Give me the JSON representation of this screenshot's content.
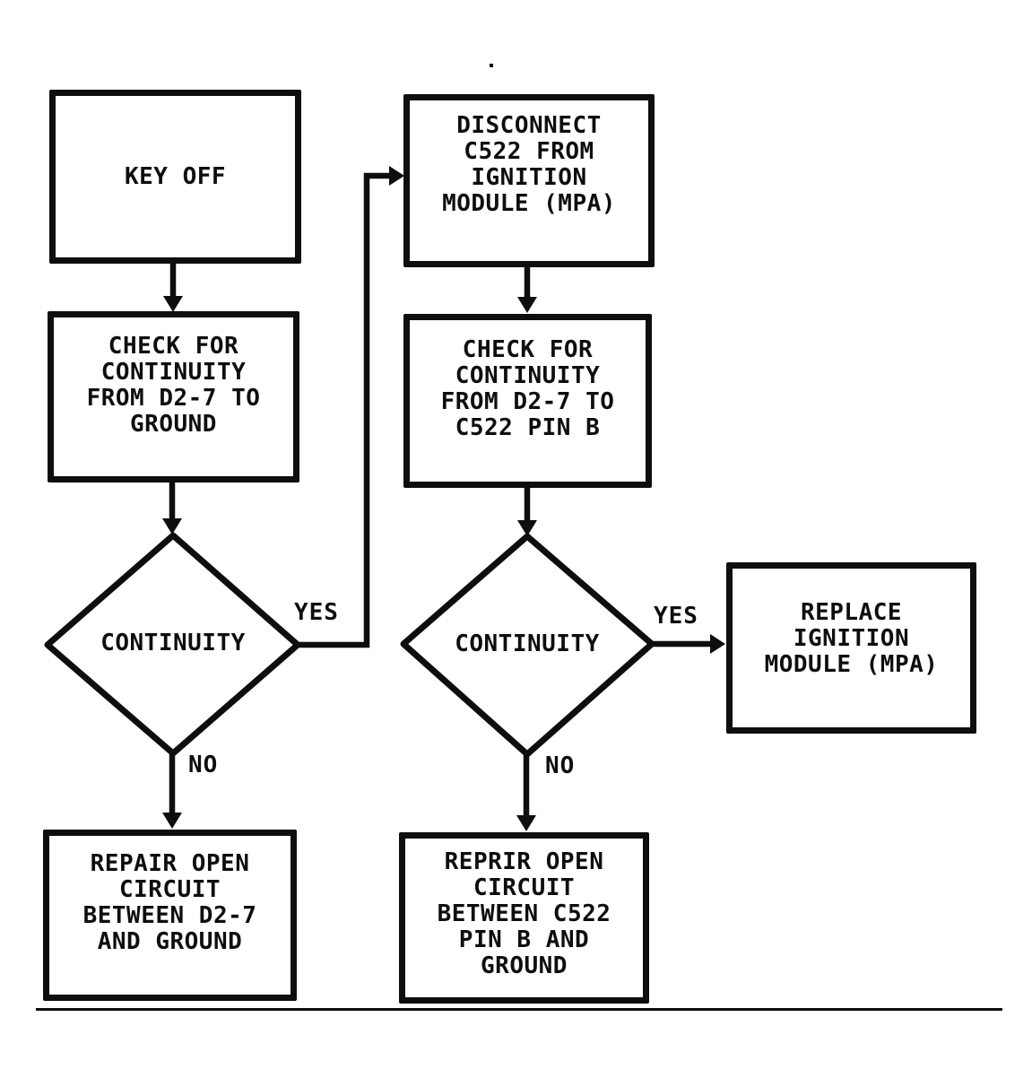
{
  "page": {
    "paper_color": "#ffffff",
    "ink_color": "#0e0e0e"
  },
  "flowchart": {
    "nodes": {
      "key_off": {
        "label": "KEY OFF",
        "shape": "box"
      },
      "disconnect": {
        "label": "DISCONNECT\nC522 FROM\nIGNITION\nMODULE (MPA)",
        "shape": "box"
      },
      "check_ground": {
        "label": "CHECK FOR\nCONTINUITY\nFROM D2-7 TO\nGROUND",
        "shape": "box"
      },
      "check_pin_b": {
        "label": "CHECK FOR\nCONTINUITY\nFROM D2-7 TO\nC522 PIN B",
        "shape": "box"
      },
      "continuity_left": {
        "label": "CONTINUITY",
        "shape": "diamond"
      },
      "continuity_right": {
        "label": "CONTINUITY",
        "shape": "diamond"
      },
      "repair_ground": {
        "label": "REPAIR OPEN\nCIRCUIT\nBETWEEN D2-7\nAND GROUND",
        "shape": "box"
      },
      "repair_pin_b": {
        "label": "REPRIR OPEN\nCIRCUIT\nBETWEEN C522\nPIN B AND\nGROUND",
        "shape": "box"
      },
      "replace_module": {
        "label": "REPLACE\nIGNITION\nMODULE (MPA)",
        "shape": "box"
      }
    },
    "edges": {
      "left_yes": "YES",
      "left_no": "NO",
      "right_yes": "YES",
      "right_no": "NO"
    }
  }
}
